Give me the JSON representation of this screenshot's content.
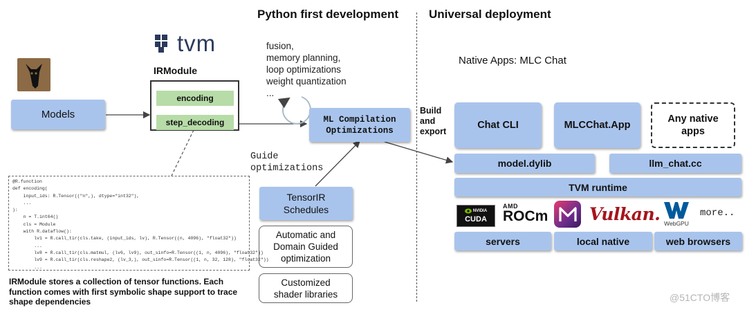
{
  "headers": {
    "python_first": "Python first development",
    "universal": "Universal deployment"
  },
  "tvm_logo": "tvm",
  "irmodule": {
    "title": "IRModule",
    "functions": [
      "encoding",
      "step_decoding"
    ]
  },
  "models_label": "Models",
  "optimizations_list": [
    "fusion,",
    "memory planning,",
    "loop optimizations",
    "weight quantization",
    "..."
  ],
  "ml_compilation": {
    "line1": "ML Compilation",
    "line2": "Optimizations"
  },
  "guide_label": {
    "line1": "Guide",
    "line2": "optimizations"
  },
  "tensorir": {
    "line1": "TensorIR",
    "line2": "Schedules"
  },
  "auto_box": {
    "line1": "Automatic and",
    "line2": "Domain Guided",
    "line3": "optimization"
  },
  "shader_box": {
    "line1": "Customized",
    "line2": "shader libraries"
  },
  "build_export": {
    "line1": "Build",
    "line2": "and",
    "line3": "export"
  },
  "native_apps": "Native Apps: MLC Chat",
  "apps": {
    "chat_cli": "Chat CLI",
    "mlcchat_app": "MLCChat.App",
    "any_native_line1": "Any native",
    "any_native_line2": "apps"
  },
  "libs": {
    "model_dylib": "model.dylib",
    "llm_chat": "llm_chat.cc"
  },
  "tvm_runtime": "TVM runtime",
  "backends": {
    "cuda": "CUDA",
    "nvidia": "NVIDIA",
    "amd": "AMD",
    "rocm": "ROCm",
    "vulkan": "Vulkan.",
    "webgpu": "WebGPU",
    "more": "more.."
  },
  "targets": {
    "servers": "servers",
    "local_native": "local native",
    "web_browsers": "web browsers"
  },
  "code_lines": [
    "@R.function",
    "def encoding(",
    "    input_ids: R.Tensor((\"n\",), dtype=\"int32\"),",
    "    ...",
    "):",
    "    n = T.int64()",
    "    cls = Module",
    "    with R.dataflow():",
    "        lv1 = R.call_tir(cls.take, (input_ids, lv), R.Tensor((n, 4096), \"float32\"))",
    "        ...",
    "        lv8 = R.call_tir(cls.matmul, (lv6, lv9), out_sinfo=R.Tensor((1, n, 4096), \"float32\"))",
    "        lv9 = R.call_tir(cls.reshape2, (lv_3,), out_sinfo=R.Tensor((1, n, 32, 128), \"float32\"))",
    "        ..."
  ],
  "caption": {
    "line1": "IRModule stores a collection of tensor functions. Each",
    "line2": "function comes with first symbolic shape support to trace",
    "line3": "shape dependencies"
  },
  "watermark": "@51CTO博客",
  "colors": {
    "blue_box": "#a9c4ec",
    "green_box": "#b7dca8",
    "tvm_logo": "#2b3a5c",
    "amd_purple": "#5b1f80",
    "vulkan_red": "#a4151b",
    "webgpu_blue": "#005a9c"
  }
}
